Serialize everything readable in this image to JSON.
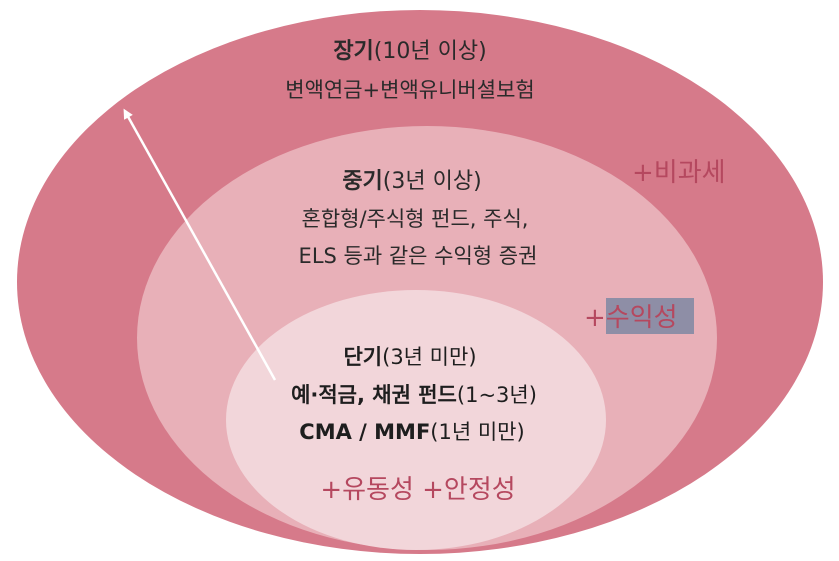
{
  "colors": {
    "outer_fill": "#d67a8a",
    "middle_fill": "#e8b0b8",
    "inner_fill": "#f2d6da",
    "badge_text": "#b5485f",
    "badge_highlight": "#8e8ea6",
    "arrow": "#ffffff"
  },
  "long_term": {
    "title_bold": "장기",
    "title_rest": "(10년 이상)",
    "line1": "변액연금+변액유니버셜보험"
  },
  "mid_term": {
    "title_bold": "중기",
    "title_rest": "(3년 이상)",
    "line1": "혼합형/주식형 펀드, 주식,",
    "line2": "ELS 등과 같은 수익형 증권"
  },
  "short_term": {
    "title_bold": "단기",
    "title_rest": "(3년 미만)",
    "line1_bold": "예·적금, 채권 펀드",
    "line1_rest": "(1~3년)",
    "line2_bold": "CMA / MMF",
    "line2_rest": "(1년 미만)"
  },
  "badges": {
    "tax_free": "+비과세",
    "profit_plus": "+",
    "profit_word": "수익성",
    "liquidity_safety": "+유동성 +안정성"
  }
}
